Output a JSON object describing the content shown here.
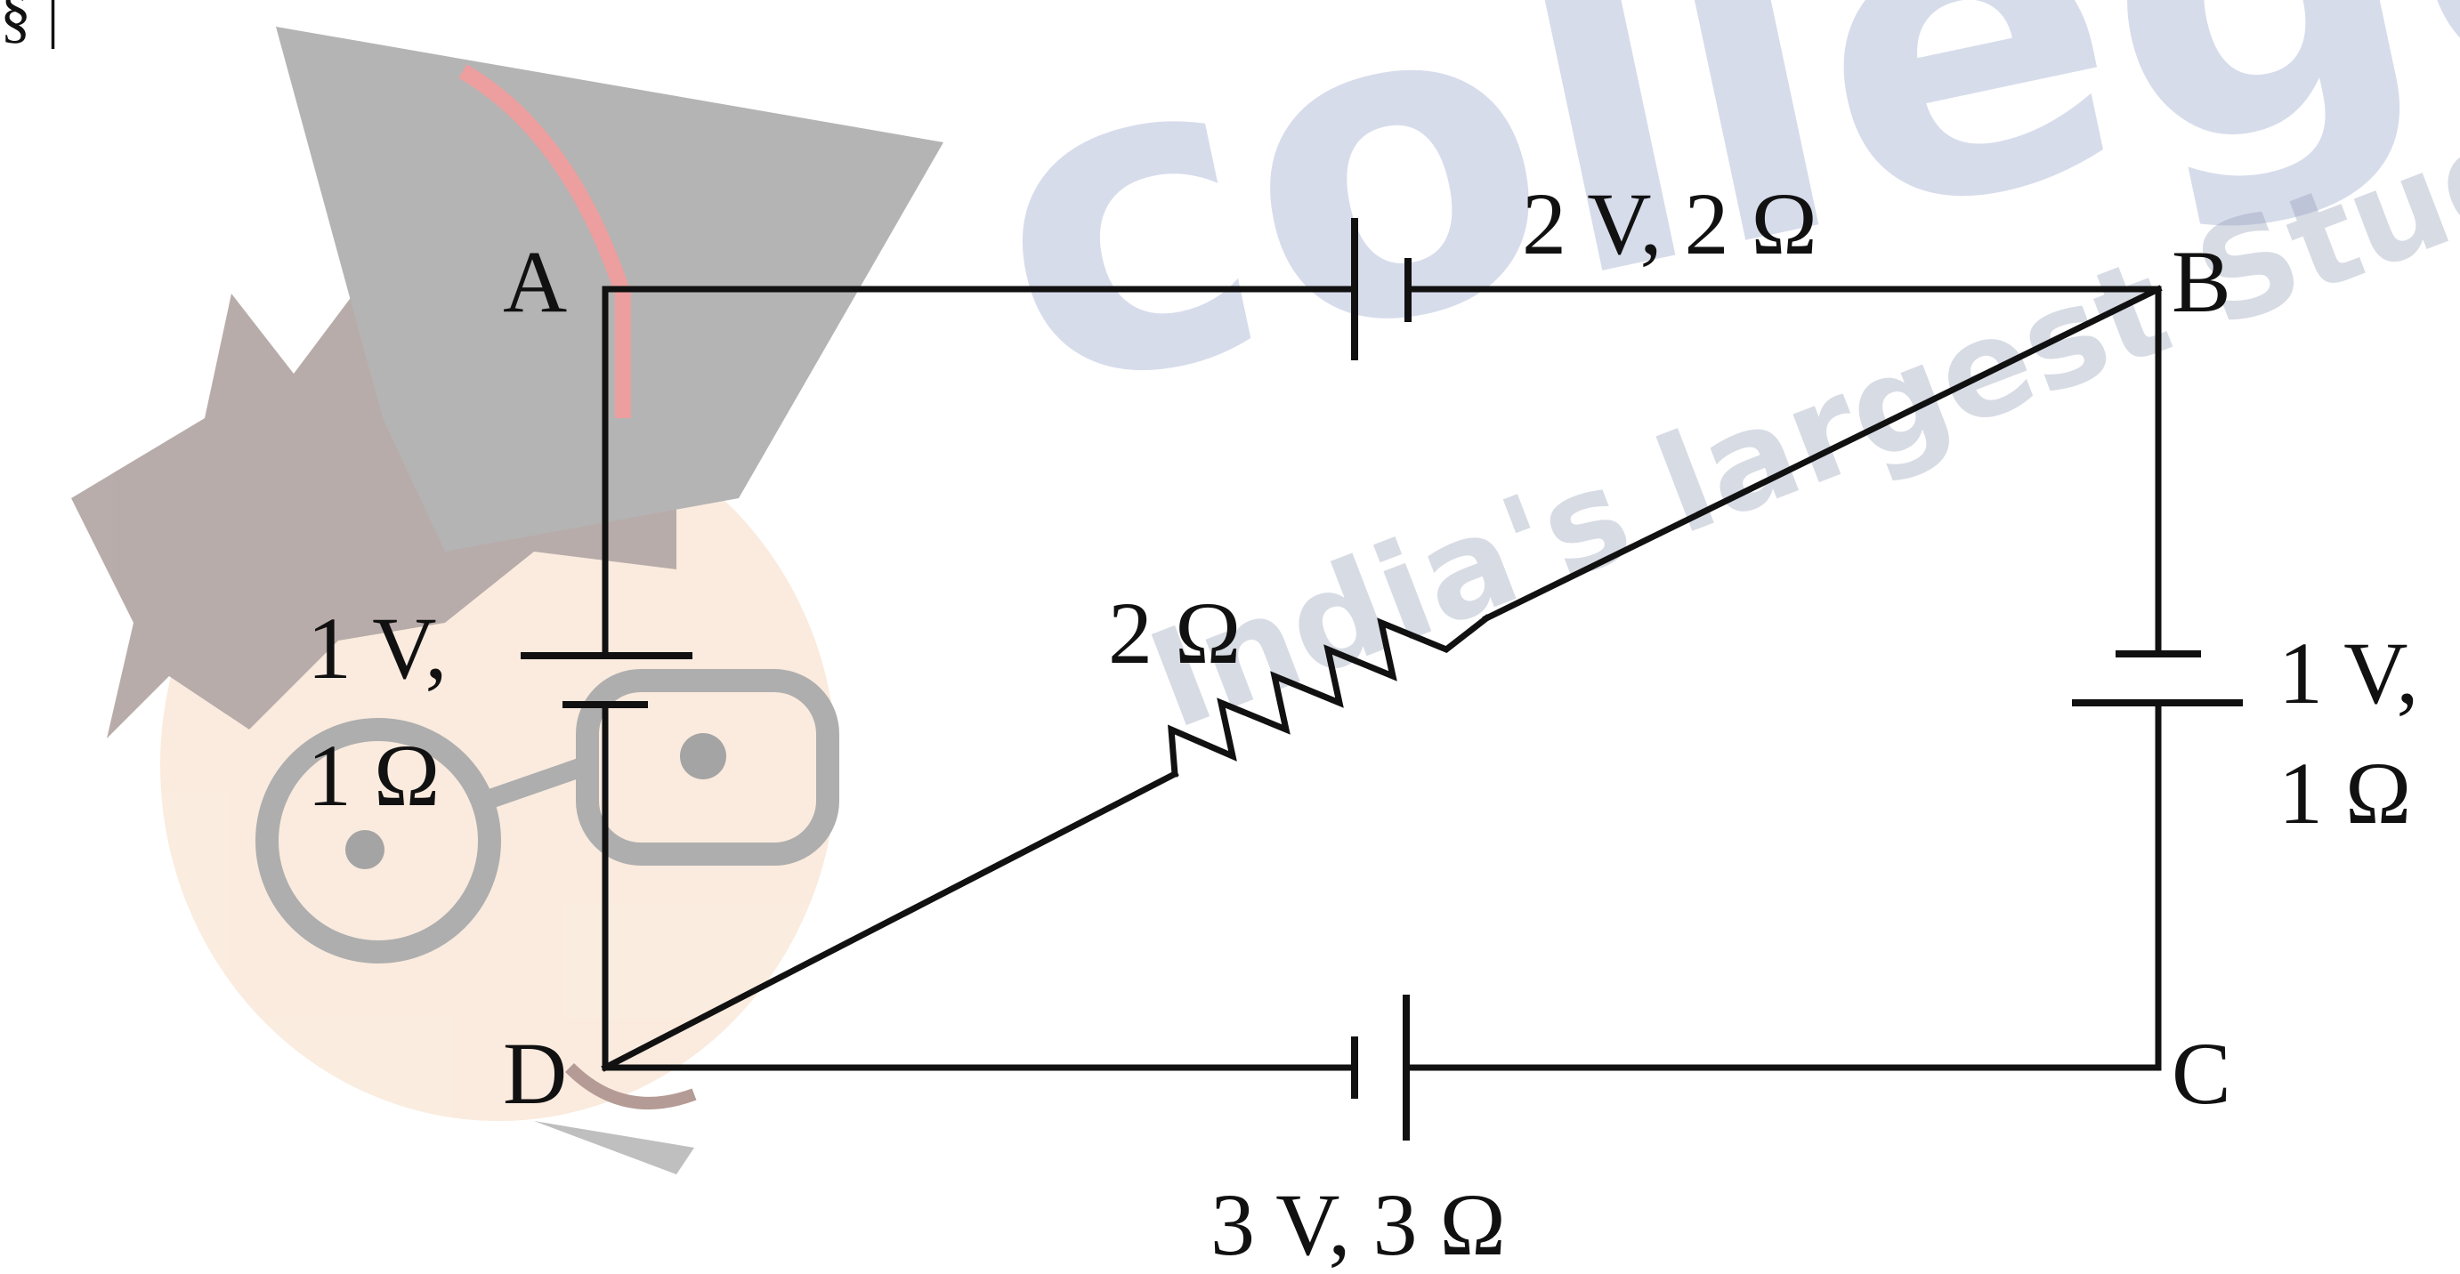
{
  "watermark": {
    "brand": "college",
    "tagline": "India's largest Stud",
    "brand_color": "#4f66a8",
    "tagline_color": "#8f99b3"
  },
  "corner_mark": "§ |",
  "nodes": {
    "a": "A",
    "b": "B",
    "c": "C",
    "d": "D"
  },
  "components": {
    "top_battery": "2 V, 2 Ω",
    "left_battery_line1": "1 V,",
    "left_battery_line2": "1 Ω",
    "right_battery_line1": "1 V,",
    "right_battery_line2": "1 Ω",
    "bottom_battery": "3 V, 3 Ω",
    "diagonal_resistor": "2 Ω"
  }
}
